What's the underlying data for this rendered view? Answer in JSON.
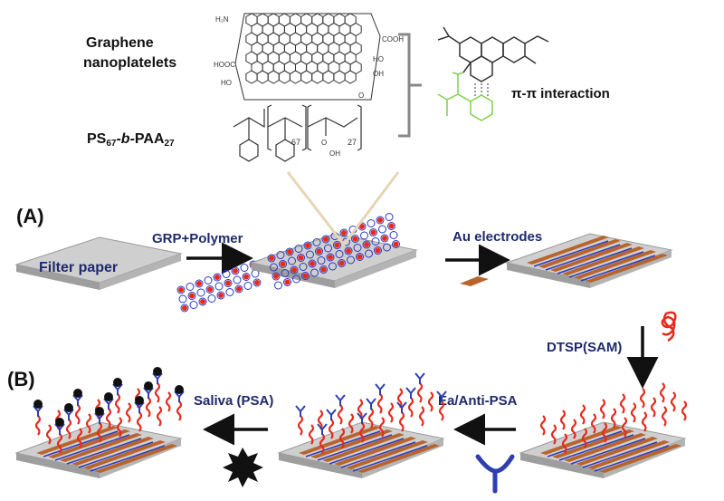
{
  "top": {
    "graphene_line1": "Graphene",
    "graphene_line2": "nanoplatelets",
    "polymer_ps": "PS",
    "polymer_ps_sub": "67",
    "polymer_mid": "-b-",
    "polymer_paa": "PAA",
    "polymer_paa_sub": "27",
    "pi_label": "π-π interaction",
    "chem_h2n": "H₂N",
    "chem_cooh_right": "COOH",
    "chem_hooc": "HOOC",
    "chem_ho_right": "HO",
    "chem_oh_right": "OH",
    "chem_ho_left": "HO",
    "chem_o": "O",
    "chem_67": "67",
    "chem_27": "27",
    "chem_o_acid": "O",
    "chem_oh_acid": "OH"
  },
  "panel_a": {
    "label": "(A)",
    "substrate_label": "Filter paper",
    "step1": "GRP+Polymer",
    "step2": "Au electrodes",
    "step3": "DTSP(SAM)"
  },
  "panel_b": {
    "label": "(B)",
    "step4": "Ea/Anti-PSA",
    "step5": "Saliva (PSA)"
  },
  "colors": {
    "label_navy": "#1f2a6b",
    "electrode": "#b8652d",
    "sam_red": "#e8291c",
    "antibody_blue": "#2f3fb0",
    "graphene_blue": "#2b3bbd",
    "polymer_green": "#7ed348",
    "platform_gray": "#c9c9c9"
  }
}
